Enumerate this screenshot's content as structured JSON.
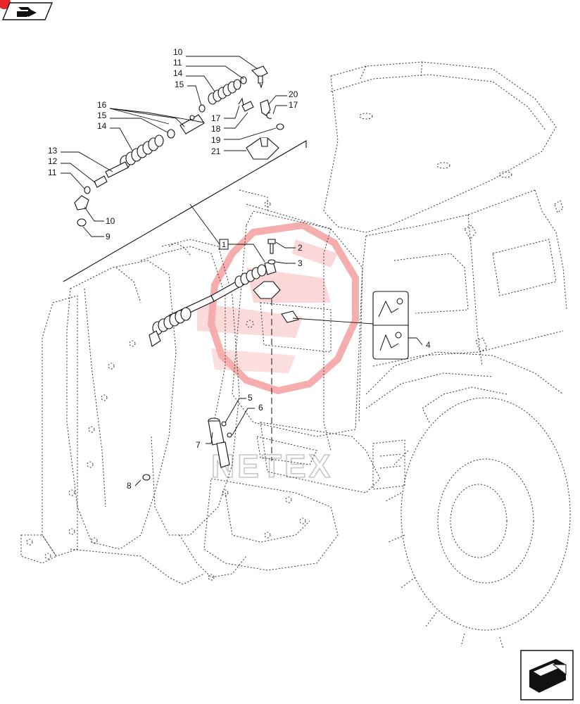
{
  "header": {
    "nav_icon": "book-arrow-icon",
    "corner_marker_color": "#e8232a"
  },
  "watermark": {
    "text": "NETEX",
    "logo_color": "#f06b6b"
  },
  "callouts": {
    "c1": "1",
    "c2": "2",
    "c3": "3",
    "c4": "4",
    "c5": "5",
    "c6": "6",
    "c7": "7",
    "c8": "8",
    "c9": "9",
    "c10a": "10",
    "c10b": "10",
    "c11a": "11",
    "c11b": "11",
    "c12": "12",
    "c13": "13",
    "c14a": "14",
    "c14b": "14",
    "c15a": "15",
    "c15b": "15",
    "c16": "16",
    "c17a": "17",
    "c17b": "17",
    "c18": "18",
    "c19": "19",
    "c20": "20",
    "c21": "21"
  },
  "footer": {
    "next_icon": "next-page-arrow-icon"
  }
}
